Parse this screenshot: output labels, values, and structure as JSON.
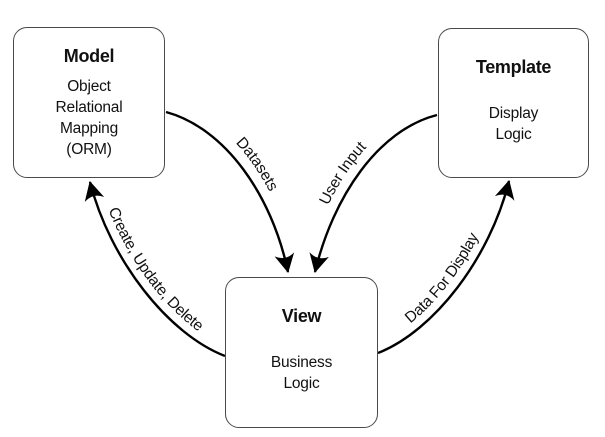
{
  "diagram": {
    "boxes": {
      "model": {
        "title": "Model",
        "lines": [
          "Object",
          "Relational",
          "Mapping",
          "(ORM)"
        ]
      },
      "template": {
        "title": "Template",
        "lines": [
          "Display",
          "Logic"
        ]
      },
      "view": {
        "title": "View",
        "lines": [
          "Business",
          "Logic"
        ]
      }
    },
    "arrows": {
      "datasets": {
        "label": "Datasets",
        "from": "Model",
        "to": "View"
      },
      "user_input": {
        "label": "User Input",
        "from": "Template",
        "to": "View"
      },
      "create_update_delete": {
        "label": "Create, Update, Delete",
        "from": "View",
        "to": "Model"
      },
      "data_for_display": {
        "label": "Data For Display",
        "from": "View",
        "to": "Template"
      }
    },
    "colors": {
      "arrow_line": "#000000",
      "box_border": "#4a4a4a",
      "text": "#111111",
      "background": "#ffffff"
    }
  }
}
